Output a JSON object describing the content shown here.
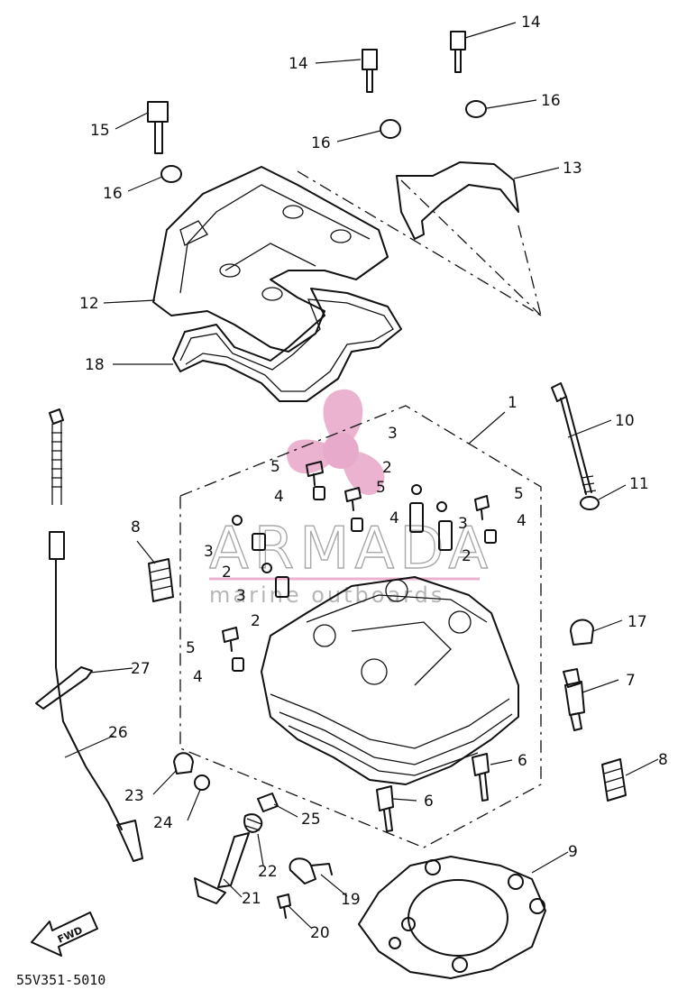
{
  "diagram": {
    "part_code": "55V351-5010",
    "fwd_label": "FWD",
    "watermark": {
      "brand": "ARMADA",
      "tagline": "marine outboards",
      "logo_color": "#e8a6c8"
    },
    "callouts": [
      "1",
      "2",
      "3",
      "4",
      "5",
      "6",
      "7",
      "8",
      "9",
      "10",
      "11",
      "12",
      "13",
      "14",
      "15",
      "16",
      "17",
      "18",
      "19",
      "20",
      "21",
      "22",
      "23",
      "24",
      "25",
      "26",
      "27"
    ]
  }
}
